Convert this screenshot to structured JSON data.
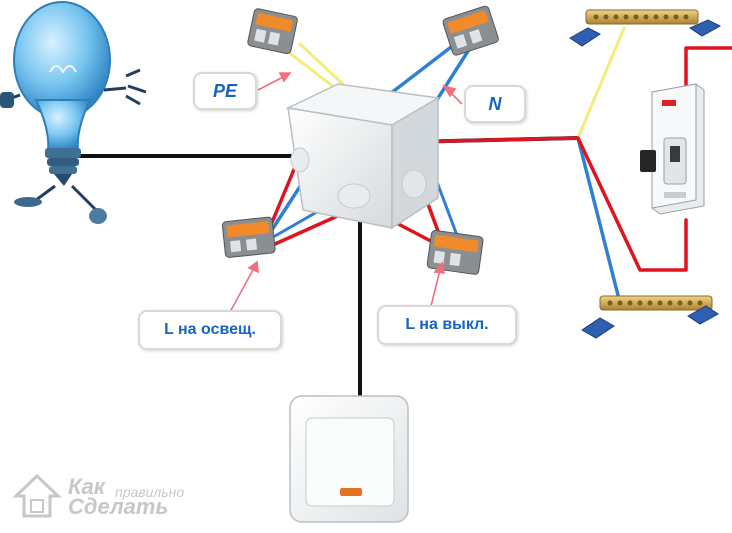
{
  "labels": {
    "pe": "PE",
    "n": "N",
    "l_light": "L на освещ.",
    "l_switch": "L на выкл."
  },
  "watermark": {
    "kak": "Как",
    "pravilno": "правильно",
    "sdelat": "Сделать"
  },
  "colors": {
    "phase": "#e0141e",
    "neutral": "#2f7fd6",
    "ground": "#f4ec7a",
    "black": "#111111",
    "pointer": "#f07080",
    "label_text": "#1565c0",
    "bulb": "#5fb8ec",
    "busbar": "#c9a24a",
    "watermark": "#c7c7c7"
  },
  "icons": [
    "light-bulb-icon",
    "junction-box-icon",
    "wago-connector-icon",
    "din-busbar-icon",
    "circuit-breaker-icon",
    "wall-switch-icon",
    "house-logo-icon"
  ]
}
